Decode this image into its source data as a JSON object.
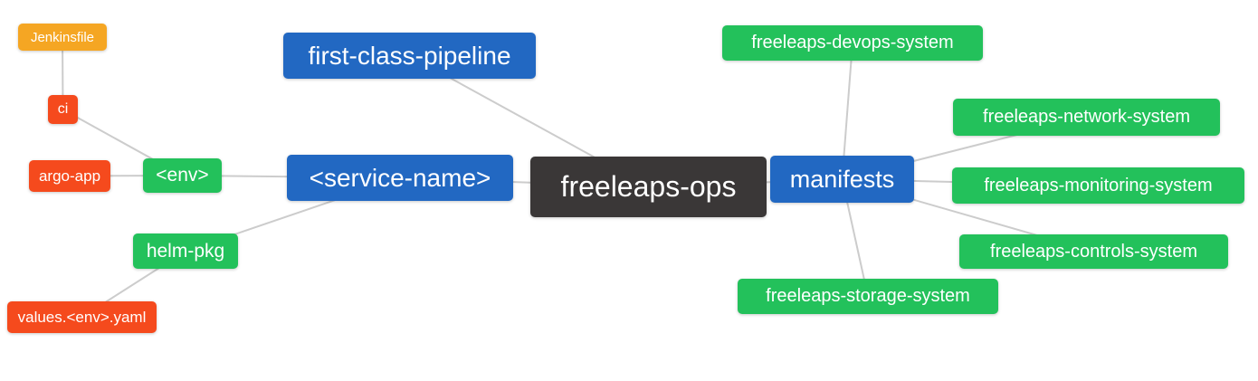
{
  "diagram": {
    "type": "mindmap",
    "background": "#ffffff"
  },
  "palette": {
    "blue": "#2268c2",
    "green": "#23c15b",
    "orange": "#f5a623",
    "red": "#f54a1d",
    "dark": "#3a3737",
    "edge": "#cccccc",
    "text": "#ffffff"
  },
  "nodes": {
    "root": {
      "label": "freeleaps-ops"
    },
    "first_class_pipeline": {
      "label": "first-class-pipeline"
    },
    "service_name": {
      "label": "<service-name>"
    },
    "manifests": {
      "label": "manifests"
    },
    "env": {
      "label": "<env>"
    },
    "helm_pkg": {
      "label": "helm-pkg"
    },
    "ci": {
      "label": "ci"
    },
    "jenkinsfile": {
      "label": "Jenkinsfile"
    },
    "argo_app": {
      "label": "argo-app"
    },
    "values_yaml": {
      "label": "values.<env>.yaml"
    },
    "devops_system": {
      "label": "freeleaps-devops-system"
    },
    "network_system": {
      "label": "freeleaps-network-system"
    },
    "monitoring_system": {
      "label": "freeleaps-monitoring-system"
    },
    "controls_system": {
      "label": "freeleaps-controls-system"
    },
    "storage_system": {
      "label": "freeleaps-storage-system"
    }
  },
  "edges": [
    [
      "jenkinsfile",
      "ci"
    ],
    [
      "ci",
      "env"
    ],
    [
      "argo_app",
      "env"
    ],
    [
      "env",
      "service_name"
    ],
    [
      "helm_pkg",
      "service_name"
    ],
    [
      "values_yaml",
      "helm_pkg"
    ],
    [
      "service_name",
      "root"
    ],
    [
      "first_class_pipeline",
      "root"
    ],
    [
      "root",
      "manifests"
    ],
    [
      "manifests",
      "devops_system"
    ],
    [
      "manifests",
      "network_system"
    ],
    [
      "manifests",
      "monitoring_system"
    ],
    [
      "manifests",
      "controls_system"
    ],
    [
      "manifests",
      "storage_system"
    ]
  ]
}
